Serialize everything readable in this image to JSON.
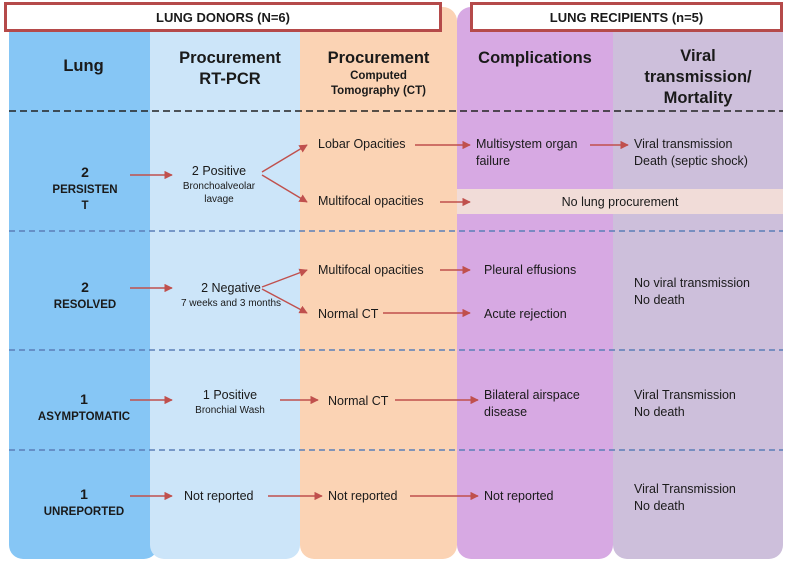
{
  "headers": {
    "donors": "LUNG DONORS (N=6)",
    "recipients": "LUNG RECIPIENTS (n=5)"
  },
  "columns": {
    "lung": "Lung",
    "rtpcr_1": "Procurement",
    "rtpcr_2": "RT-PCR",
    "ct_1": "Procurement",
    "ct_2": "Computed",
    "ct_3": "Tomography (CT)",
    "complications": "Complications",
    "viral_1": "Viral",
    "viral_2": "transmission/",
    "viral_3": "Mortality"
  },
  "rows": {
    "persistent": {
      "count": "2",
      "label_1": "PERSISTEN",
      "label_2": "T",
      "pcr": "2 Positive",
      "pcr_detail_1": "Bronchoalveolar",
      "pcr_detail_2": "lavage",
      "ct_a": "Lobar Opacities",
      "ct_b": "Multifocal opacities",
      "complication_1": "Multisystem organ",
      "complication_2": "failure",
      "outcome_1": "Viral transmission",
      "outcome_2": "Death (septic shock)",
      "no_procurement": "No lung procurement"
    },
    "resolved": {
      "count": "2",
      "label": "RESOLVED",
      "pcr": "2 Negative",
      "pcr_detail": "7 weeks and 3 months",
      "ct_a": "Multifocal opacities",
      "ct_b": "Normal CT",
      "complication_a": "Pleural effusions",
      "complication_b": "Acute rejection",
      "outcome_1": "No viral transmission",
      "outcome_2": "No death"
    },
    "asymptomatic": {
      "count": "1",
      "label": "ASYMPTOMATIC",
      "pcr": "1 Positive",
      "pcr_detail": "Bronchial Wash",
      "ct": "Normal CT",
      "complication_1": "Bilateral airspace",
      "complication_2": "disease",
      "outcome_1": "Viral Transmission",
      "outcome_2": "No death"
    },
    "unreported": {
      "count": "1",
      "label": "UNREPORTED",
      "pcr": "Not reported",
      "ct": "Not reported",
      "complication": "Not reported",
      "outcome_1": "Viral Transmission",
      "outcome_2": "No death"
    }
  },
  "colors": {
    "lung_column": "#86c6f5",
    "rtpcr_column": "#cce5f9",
    "ct_column": "#fbd3b4",
    "complications_column": "#d7a9e3",
    "outcome_column": "#cdbfdb",
    "arrow": "#c0504d",
    "header_border": "#b54a4a"
  }
}
